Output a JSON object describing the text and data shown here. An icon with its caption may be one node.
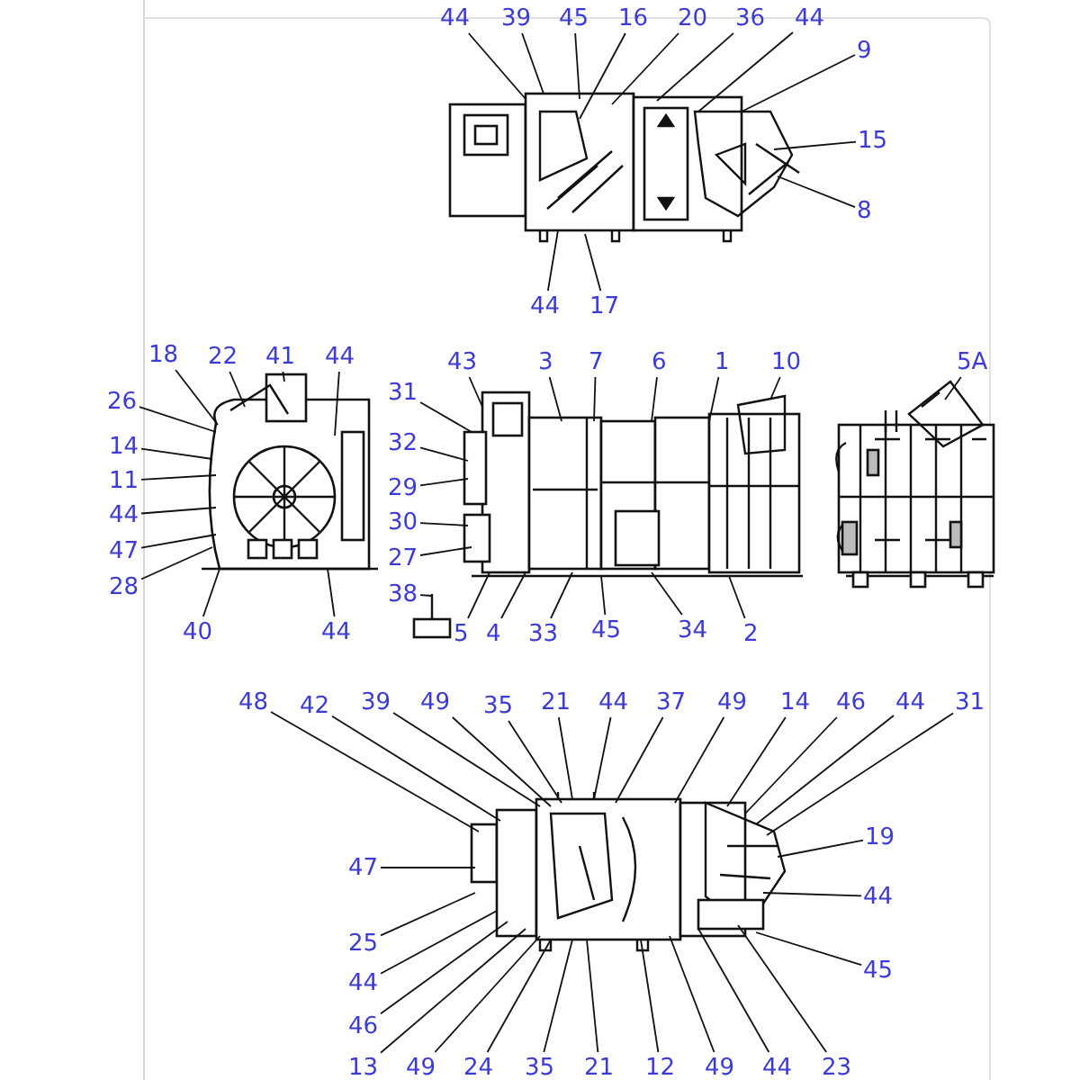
{
  "diagram": {
    "nodes": [
      {
        "text": [
          "44"
        ]
      },
      {
        "text": [
          "39"
        ]
      },
      {
        "text": [
          "45"
        ]
      },
      {
        "text": [
          "16"
        ]
      },
      {
        "text": [
          "20"
        ]
      },
      {
        "text": [
          "36"
        ]
      },
      {
        "text": [
          "44"
        ]
      },
      {
        "text": [
          "9"
        ]
      },
      {
        "text": [
          "15"
        ]
      },
      {
        "text": [
          "8"
        ]
      },
      {
        "text": [
          "44"
        ]
      },
      {
        "text": [
          "17"
        ]
      },
      {
        "text": [
          "18"
        ]
      },
      {
        "text": [
          "22"
        ]
      },
      {
        "text": [
          "41"
        ]
      },
      {
        "text": [
          "44"
        ]
      },
      {
        "text": [
          "26"
        ]
      },
      {
        "text": [
          "14"
        ]
      },
      {
        "text": [
          "11"
        ]
      },
      {
        "text": [
          "44"
        ]
      },
      {
        "text": [
          "47"
        ]
      },
      {
        "text": [
          "28"
        ]
      },
      {
        "text": [
          "40"
        ]
      },
      {
        "text": [
          "44"
        ]
      },
      {
        "text": [
          "43"
        ]
      },
      {
        "text": [
          "31"
        ]
      },
      {
        "text": [
          "32"
        ]
      },
      {
        "text": [
          "29"
        ]
      },
      {
        "text": [
          "30"
        ]
      },
      {
        "text": [
          "27"
        ]
      },
      {
        "text": [
          "38"
        ]
      },
      {
        "text": [
          "5"
        ]
      },
      {
        "text": [
          "4"
        ]
      },
      {
        "text": [
          "33"
        ]
      },
      {
        "text": [
          "45"
        ]
      },
      {
        "text": [
          "34"
        ]
      },
      {
        "text": [
          "2"
        ]
      },
      {
        "text": [
          "3"
        ]
      },
      {
        "text": [
          "7"
        ]
      },
      {
        "text": [
          "6"
        ]
      },
      {
        "text": [
          "1"
        ]
      },
      {
        "text": [
          "10"
        ]
      },
      {
        "text": [
          "5A"
        ]
      },
      {
        "text": [
          "48"
        ]
      },
      {
        "text": [
          "42"
        ]
      },
      {
        "text": [
          "39"
        ]
      },
      {
        "text": [
          "49"
        ]
      },
      {
        "text": [
          "35"
        ]
      },
      {
        "text": [
          "21"
        ]
      },
      {
        "text": [
          "44"
        ]
      },
      {
        "text": [
          "37"
        ]
      },
      {
        "text": [
          "49"
        ]
      },
      {
        "text": [
          "14"
        ]
      },
      {
        "text": [
          "46"
        ]
      },
      {
        "text": [
          "44"
        ]
      },
      {
        "text": [
          "31"
        ]
      },
      {
        "text": [
          "19"
        ]
      },
      {
        "text": [
          "44"
        ]
      },
      {
        "text": [
          "45"
        ]
      },
      {
        "text": [
          "47"
        ]
      },
      {
        "text": [
          "25"
        ]
      },
      {
        "text": [
          "44"
        ]
      },
      {
        "text": [
          "46"
        ]
      },
      {
        "text": [
          "13"
        ]
      },
      {
        "text": [
          "49"
        ]
      },
      {
        "text": [
          "24"
        ]
      },
      {
        "text": [
          "35"
        ]
      },
      {
        "text": [
          "21"
        ]
      },
      {
        "text": [
          "12"
        ]
      },
      {
        "text": [
          "49"
        ]
      },
      {
        "text": [
          "44"
        ]
      },
      {
        "text": [
          "23"
        ]
      },
      {
        "text": [],
        "shape": "picture"
      },
      {
        "text": [],
        "shape": "picture"
      },
      {
        "text": [],
        "shape": "picture"
      },
      {
        "text": [],
        "shape": "picture"
      },
      {
        "text": [],
        "shape": "picture"
      },
      {
        "text": [],
        "shape": "picture"
      }
    ],
    "edges": [
      {
        "from": 0,
        "to": 72,
        "arrow": "none"
      },
      {
        "from": 1,
        "to": 72,
        "arrow": "none"
      },
      {
        "from": 2,
        "to": 72,
        "arrow": "none"
      },
      {
        "from": 3,
        "to": 72,
        "arrow": "none"
      },
      {
        "from": 4,
        "to": 72,
        "arrow": "none"
      },
      {
        "from": 5,
        "to": 72,
        "arrow": "none"
      },
      {
        "from": 6,
        "to": 72,
        "arrow": "none"
      },
      {
        "from": 7,
        "to": 72,
        "arrow": "none"
      },
      {
        "from": 8,
        "to": 72,
        "arrow": "none"
      },
      {
        "from": 9,
        "to": 72,
        "arrow": "none"
      },
      {
        "from": 10,
        "to": 72,
        "arrow": "none"
      },
      {
        "from": 11,
        "to": 72,
        "arrow": "none"
      },
      {
        "from": 12,
        "to": 73,
        "arrow": "none"
      },
      {
        "from": 13,
        "to": 73,
        "arrow": "none"
      },
      {
        "from": 14,
        "to": 73,
        "arrow": "none"
      },
      {
        "from": 15,
        "to": 73,
        "arrow": "none"
      },
      {
        "from": 16,
        "to": 73,
        "arrow": "none"
      },
      {
        "from": 17,
        "to": 73,
        "arrow": "none"
      },
      {
        "from": 18,
        "to": 73,
        "arrow": "none"
      },
      {
        "from": 19,
        "to": 73,
        "arrow": "none"
      },
      {
        "from": 20,
        "to": 73,
        "arrow": "none"
      },
      {
        "from": 21,
        "to": 73,
        "arrow": "none"
      },
      {
        "from": 22,
        "to": 73,
        "arrow": "none"
      },
      {
        "from": 23,
        "to": 73,
        "arrow": "none"
      },
      {
        "from": 24,
        "to": 74,
        "arrow": "none"
      },
      {
        "from": 25,
        "to": 74,
        "arrow": "none"
      },
      {
        "from": 26,
        "to": 74,
        "arrow": "none"
      },
      {
        "from": 27,
        "to": 74,
        "arrow": "none"
      },
      {
        "from": 28,
        "to": 74,
        "arrow": "none"
      },
      {
        "from": 29,
        "to": 74,
        "arrow": "none"
      },
      {
        "from": 30,
        "to": 77,
        "arrow": "none"
      },
      {
        "from": 31,
        "to": 74,
        "arrow": "none"
      },
      {
        "from": 32,
        "to": 74,
        "arrow": "none"
      },
      {
        "from": 33,
        "to": 74,
        "arrow": "none"
      },
      {
        "from": 34,
        "to": 74,
        "arrow": "none"
      },
      {
        "from": 35,
        "to": 74,
        "arrow": "none"
      },
      {
        "from": 36,
        "to": 74,
        "arrow": "none"
      },
      {
        "from": 37,
        "to": 74,
        "arrow": "none"
      },
      {
        "from": 38,
        "to": 74,
        "arrow": "none"
      },
      {
        "from": 39,
        "to": 74,
        "arrow": "none"
      },
      {
        "from": 40,
        "to": 74,
        "arrow": "none"
      },
      {
        "from": 41,
        "to": 74,
        "arrow": "none"
      },
      {
        "from": 42,
        "to": 75,
        "arrow": "none"
      },
      {
        "from": 43,
        "to": 76,
        "arrow": "none"
      },
      {
        "from": 44,
        "to": 76,
        "arrow": "none"
      },
      {
        "from": 45,
        "to": 76,
        "arrow": "none"
      },
      {
        "from": 46,
        "to": 76,
        "arrow": "none"
      },
      {
        "from": 47,
        "to": 76,
        "arrow": "none"
      },
      {
        "from": 48,
        "to": 76,
        "arrow": "none"
      },
      {
        "from": 49,
        "to": 76,
        "arrow": "none"
      },
      {
        "from": 50,
        "to": 76,
        "arrow": "none"
      },
      {
        "from": 51,
        "to": 76,
        "arrow": "none"
      },
      {
        "from": 52,
        "to": 76,
        "arrow": "none"
      },
      {
        "from": 53,
        "to": 76,
        "arrow": "none"
      },
      {
        "from": 54,
        "to": 76,
        "arrow": "none"
      },
      {
        "from": 55,
        "to": 76,
        "arrow": "none"
      },
      {
        "from": 56,
        "to": 76,
        "arrow": "none"
      },
      {
        "from": 57,
        "to": 76,
        "arrow": "none"
      },
      {
        "from": 58,
        "to": 76,
        "arrow": "none"
      },
      {
        "from": 59,
        "to": 76,
        "arrow": "none"
      },
      {
        "from": 60,
        "to": 76,
        "arrow": "none"
      },
      {
        "from": 61,
        "to": 76,
        "arrow": "none"
      },
      {
        "from": 62,
        "to": 76,
        "arrow": "none"
      },
      {
        "from": 63,
        "to": 76,
        "arrow": "none"
      },
      {
        "from": 64,
        "to": 76,
        "arrow": "none"
      },
      {
        "from": 65,
        "to": 76,
        "arrow": "none"
      },
      {
        "from": 66,
        "to": 76,
        "arrow": "none"
      },
      {
        "from": 67,
        "to": 76,
        "arrow": "none"
      },
      {
        "from": 68,
        "to": 76,
        "arrow": "none"
      },
      {
        "from": 69,
        "to": 76,
        "arrow": "none"
      },
      {
        "from": 70,
        "to": 76,
        "arrow": "none"
      },
      {
        "from": 71,
        "to": 76,
        "arrow": "none"
      }
    ]
  }
}
